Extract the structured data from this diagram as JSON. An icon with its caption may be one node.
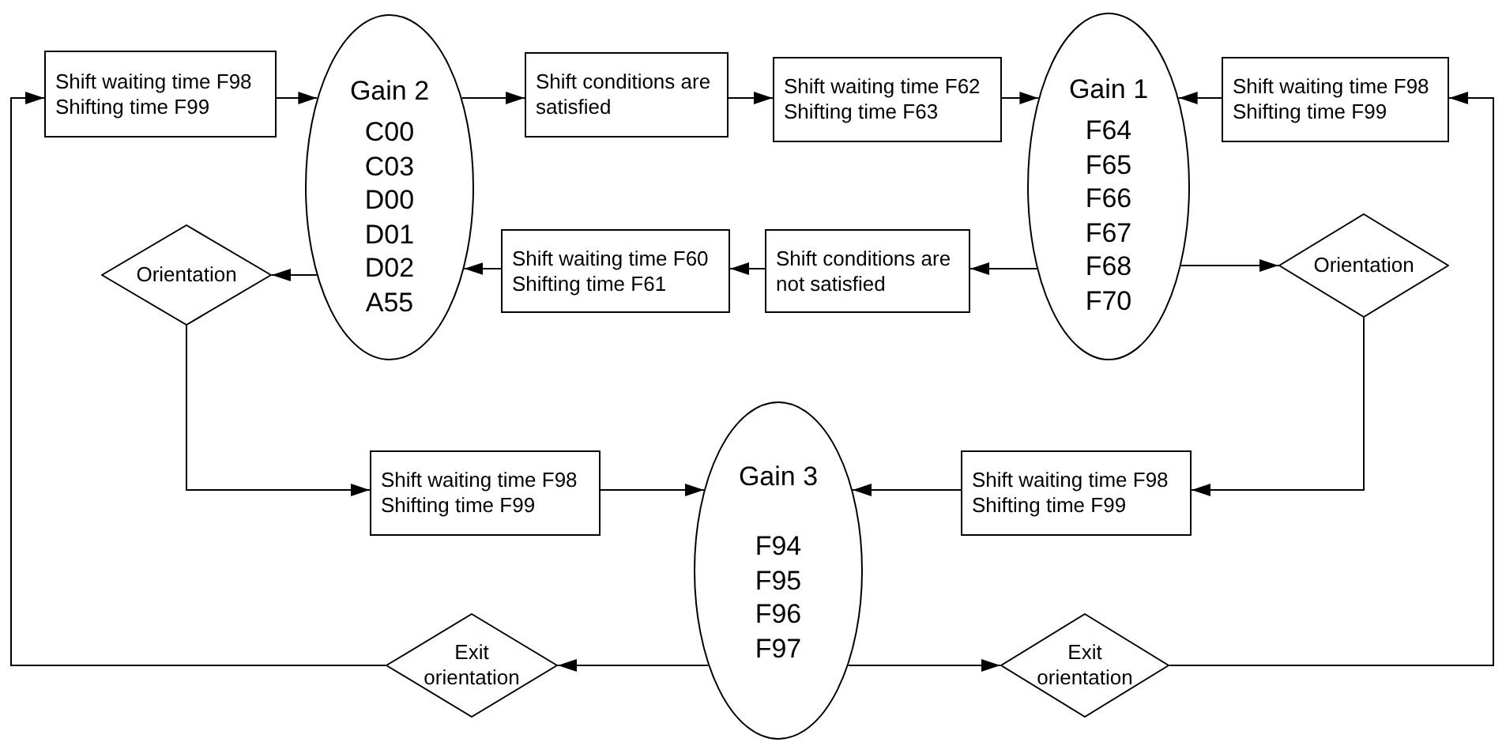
{
  "diagram": {
    "nodes": [
      {
        "text": [
          "Shift waiting time F98 Shifting time F99"
        ]
      },
      {
        "text": [
          "Gain 2",
          "C00 C03 D00 D01 D02 A55"
        ]
      },
      {
        "text": [
          "Shift conditions are satisfied"
        ]
      },
      {
        "text": [
          "Shift waiting time F62 Shifting time F63"
        ]
      },
      {
        "text": [
          "Gain 1",
          "F64 F65 F66 F67 F68 F70"
        ]
      },
      {
        "text": [
          "Shift waiting time F98 Shifting time F99"
        ]
      },
      {
        "text": [
          "Orientation"
        ]
      },
      {
        "text": [
          "Shift waiting time F60 Shifting time F61"
        ]
      },
      {
        "text": [
          "Shift conditions are not satisfied"
        ]
      },
      {
        "text": [
          "Orientation"
        ]
      },
      {
        "text": [
          "Shift waiting time F98 Shifting time F99"
        ]
      },
      {
        "text": [
          "Gain 3",
          "F94 F95 F96 F97"
        ]
      },
      {
        "text": [
          "Shift waiting time F98 Shifting time F99"
        ]
      },
      {
        "text": [
          "Exit orientation"
        ]
      },
      {
        "text": [
          "Exit orientation"
        ]
      }
    ],
    "edges": [
      {
        "from": 0,
        "to": 1,
        "arrow": "to"
      },
      {
        "from": 1,
        "to": 2,
        "arrow": "to"
      },
      {
        "from": 2,
        "to": 3,
        "arrow": "to"
      },
      {
        "from": 3,
        "to": 4,
        "arrow": "to"
      },
      {
        "from": 5,
        "to": 4,
        "arrow": "to"
      },
      {
        "from": 4,
        "to": 8,
        "arrow": "to"
      },
      {
        "from": 8,
        "to": 7,
        "arrow": "to"
      },
      {
        "from": 7,
        "to": 1,
        "arrow": "to"
      },
      {
        "from": 1,
        "to": 6,
        "arrow": "to"
      },
      {
        "from": 4,
        "to": 9,
        "arrow": "to"
      },
      {
        "from": 6,
        "to": 10,
        "arrow": "to"
      },
      {
        "from": 10,
        "to": 11,
        "arrow": "to"
      },
      {
        "from": 9,
        "to": 12,
        "arrow": "to"
      },
      {
        "from": 12,
        "to": 11,
        "arrow": "to"
      },
      {
        "from": 11,
        "to": 13,
        "arrow": "to"
      },
      {
        "from": 13,
        "to": 0,
        "arrow": "to"
      },
      {
        "from": 11,
        "to": 14,
        "arrow": "to"
      },
      {
        "from": 14,
        "to": 5,
        "arrow": "to"
      }
    ]
  }
}
